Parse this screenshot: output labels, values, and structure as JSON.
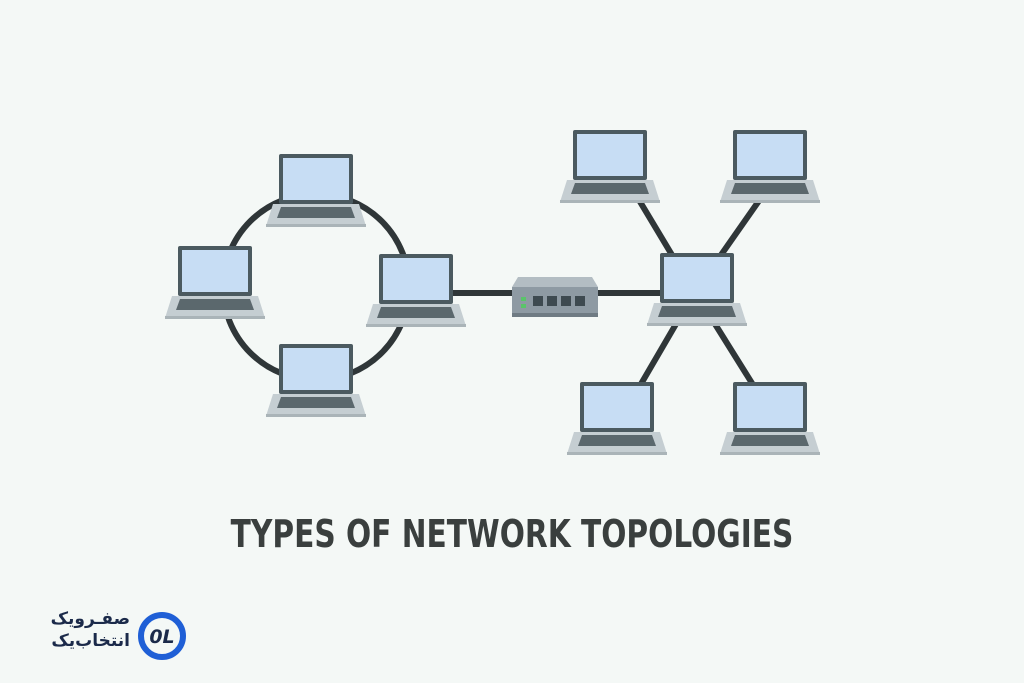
{
  "title": "TYPES OF NETWORK TOPOLOGIES",
  "logo": {
    "line1": "صفـرویک",
    "line2": "انتخاب‌یک",
    "mark_text": "0L",
    "colors": {
      "ring": "#1f5fd6",
      "text": "#1b2a4a"
    }
  },
  "colors": {
    "background": "#f4f8f6",
    "screen": "#c7ddf4",
    "bezel": "#4b5a60",
    "base": "#c5ced2",
    "keyboard": "#5b686d",
    "cable": "#2f3638",
    "hub_body": "#8e9aa3",
    "hub_port": "#3e4a50",
    "hub_led": "#5ac46a"
  },
  "diagram": {
    "ring_laptops": [
      "top",
      "left",
      "right",
      "bottom"
    ],
    "star_laptops": [
      "top-left",
      "top-right",
      "center",
      "bottom-left",
      "bottom-right"
    ],
    "hub": "switch-icon"
  }
}
